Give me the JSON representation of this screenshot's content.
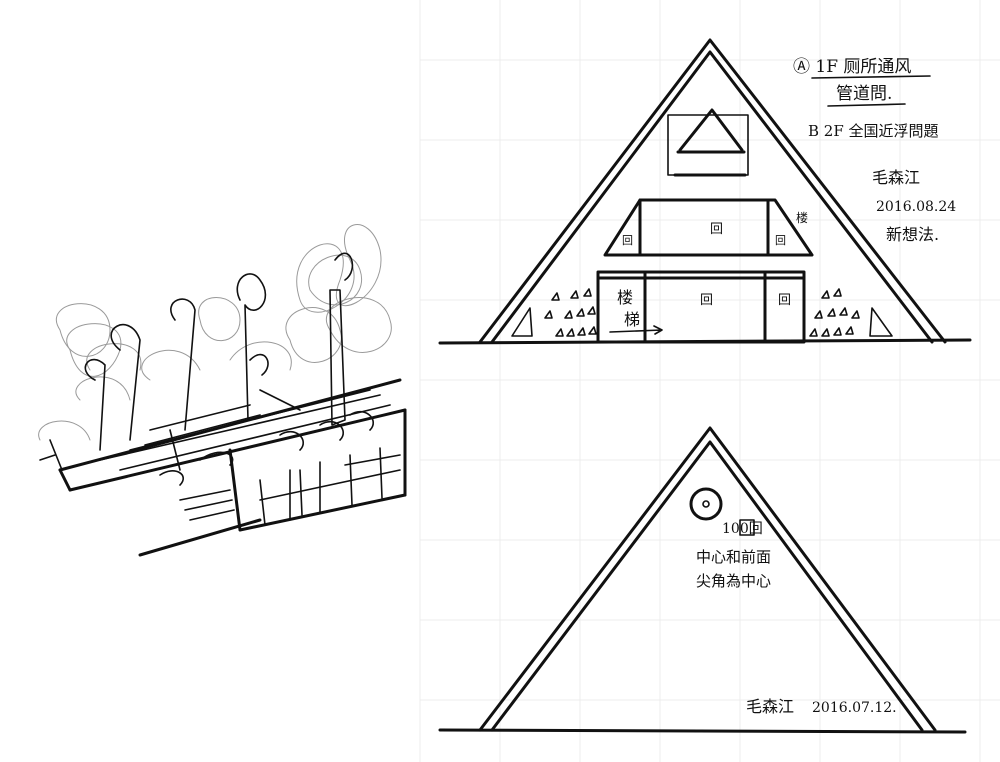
{
  "notes_top": {
    "line_a": "Ⓐ 1F 厕所通风",
    "line_a2": "管道問.",
    "line_b": "B 2F 全国近浮問題",
    "signature": "毛森江",
    "date": "2016.08.24",
    "remark": "新想法."
  },
  "elevation_top": {
    "room_label_upper": "回",
    "room_label_upper_left": "回",
    "room_label_upper_right": "回",
    "scribble_label": "楼",
    "stair_label_1": "楼",
    "stair_label_2": "梯",
    "room_label_lower": "回",
    "room_label_lower_right": "回"
  },
  "elevation_bottom": {
    "badge": "100回",
    "note_line1": "中心和前面",
    "note_line2": "尖角為中心",
    "signature": "毛森江",
    "date": "2016.07.12."
  }
}
